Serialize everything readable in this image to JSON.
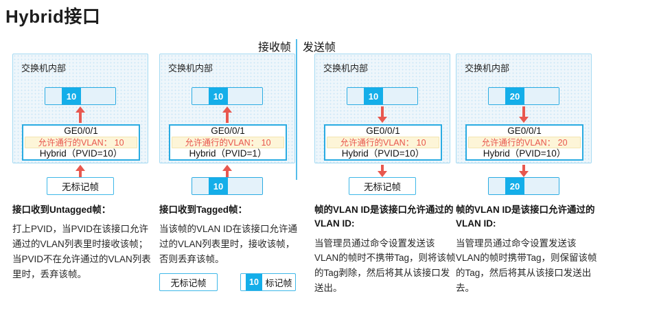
{
  "title": "Hybrid接口",
  "section_labels": {
    "receive": "接收帧",
    "send": "发送帧"
  },
  "colors": {
    "accent_blue": "#29abe2",
    "tag_fill_blue": "#14aee9",
    "panel_bg": "#eef6fb",
    "panel_border": "#a5daf2",
    "arrow_red": "#e8584f",
    "vlan_strip_bg": "#fdf5d8",
    "vlan_strip_text": "#e8564c"
  },
  "legend": {
    "untagged": "无标记帧",
    "tagged_tag": "10",
    "tagged": "标记帧"
  },
  "panels": [
    {
      "switch_label": "交换机内部",
      "frame_tag": "10",
      "interface_name": "GE0/0/1",
      "allowed_vlan": "允许通行的VLAN： 10",
      "mode": "Hybrid（PVID=10）",
      "external_label": "无标记帧",
      "caption_title": "接口收到Untagged帧：",
      "caption_body": "打上PVID，当PVID在该接口允许通过的VLAN列表里时接收该帧；当PVID不在允许通过的VLAN列表里时，丢弃该帧。"
    },
    {
      "switch_label": "交换机内部",
      "frame_tag": "10",
      "interface_name": "GE0/0/1",
      "allowed_vlan": "允许通行的VLAN： 10",
      "mode": "Hybrid（PVID=1）",
      "external_tag": "10",
      "caption_title": "接口收到Tagged帧：",
      "caption_body": "当该帧的VLAN ID在该接口允许通过的VLAN列表里时，接收该帧，否则丢弃该帧。"
    },
    {
      "switch_label": "交换机内部",
      "frame_tag": "10",
      "interface_name": "GE0/0/1",
      "allowed_vlan": "允许通行的VLAN： 10",
      "mode": "Hybrid（PVID=10）",
      "external_label": "无标记帧",
      "caption_title": "帧的VLAN ID是该接口允许通过的VLAN ID:",
      "caption_body": "当管理员通过命令设置发送该VLAN的帧时不携带Tag，则将该帧的Tag剥除，然后将其从该接口发送出。"
    },
    {
      "switch_label": "交换机内部",
      "frame_tag": "20",
      "interface_name": "GE0/0/1",
      "allowed_vlan": "允许通行的VLAN： 20",
      "mode": "Hybrid（PVID=10）",
      "external_tag": "20",
      "caption_title": "帧的VLAN ID是该接口允许通过的VLAN ID:",
      "caption_body": "当管理员通过命令设置发送该VLAN的帧时携带Tag，则保留该帧的Tag，然后将其从该接口发送出去。"
    }
  ]
}
